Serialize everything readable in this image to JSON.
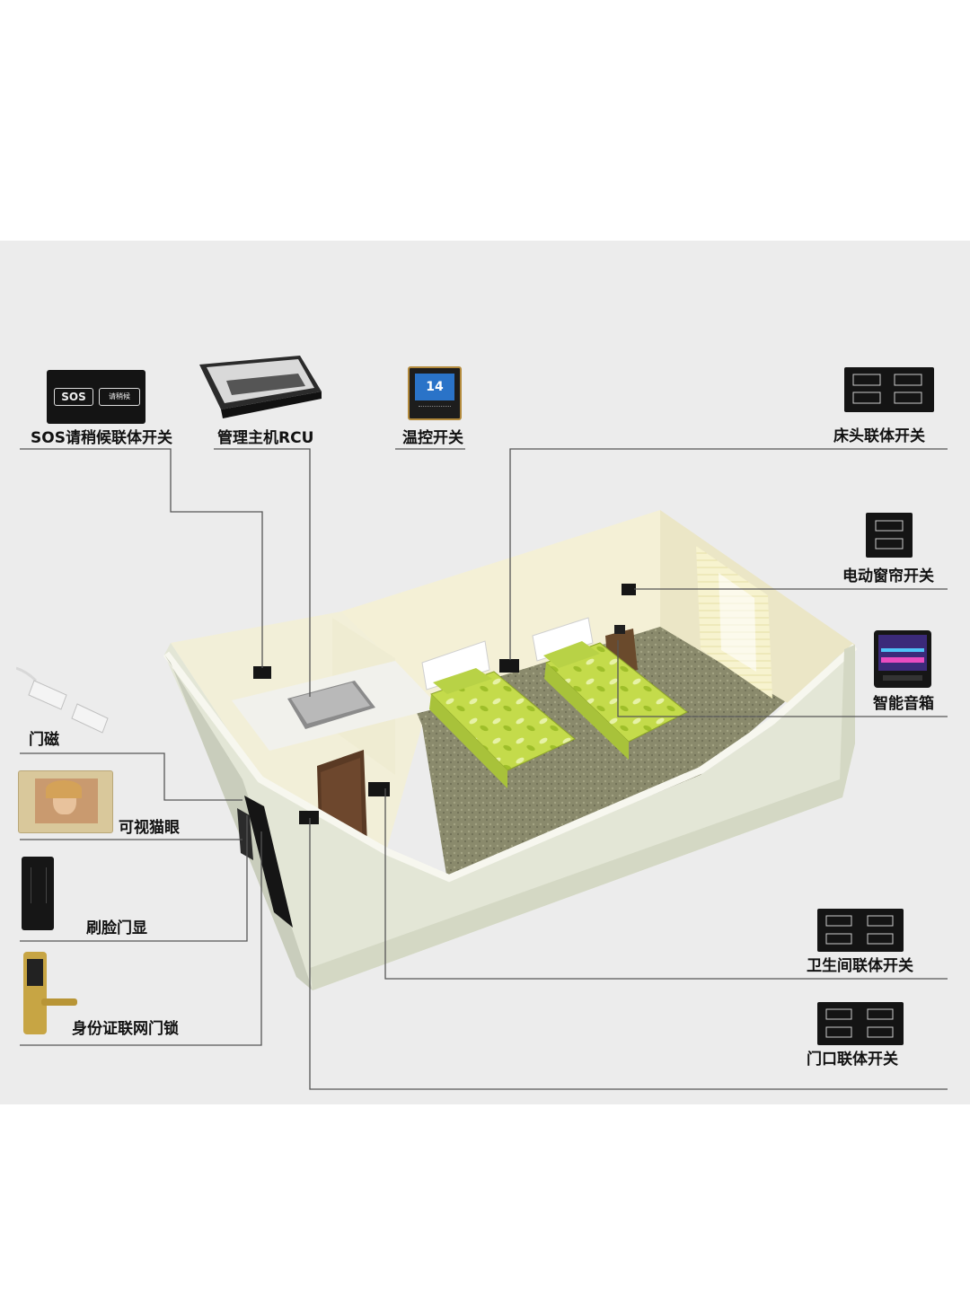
{
  "labels": {
    "sos_switch": "SOS请稍候联体开关",
    "rcu_host": "管理主机RCU",
    "thermostat": "温控开关",
    "bedside_switch": "床头联体开关",
    "curtain_switch": "电动窗帘开关",
    "smart_speaker": "智能音箱",
    "door_sensor": "门磁",
    "video_peephole": "可视猫眼",
    "face_door_display": "刷脸门显",
    "id_lock": "身份证联网门锁",
    "bathroom_switch": "卫生间联体开关",
    "entrance_switch": "门口联体开关"
  },
  "device_text": {
    "sos_button": "SOS",
    "sos_wait_button": "请稍候",
    "thermostat_reading": "14"
  },
  "colors": {
    "panel_bg": "#ececec",
    "wall_cream": "#f4f0d6",
    "wall_outer": "#e3e6d6",
    "wall_shade": "#c9cdbc",
    "carpet": "#8a8a6c",
    "bedding": "#c2d94a",
    "door_wood": "#5a3a24",
    "leader_line": "#555555",
    "device_dark": "#141414",
    "lock_gold": "#c7a544"
  }
}
